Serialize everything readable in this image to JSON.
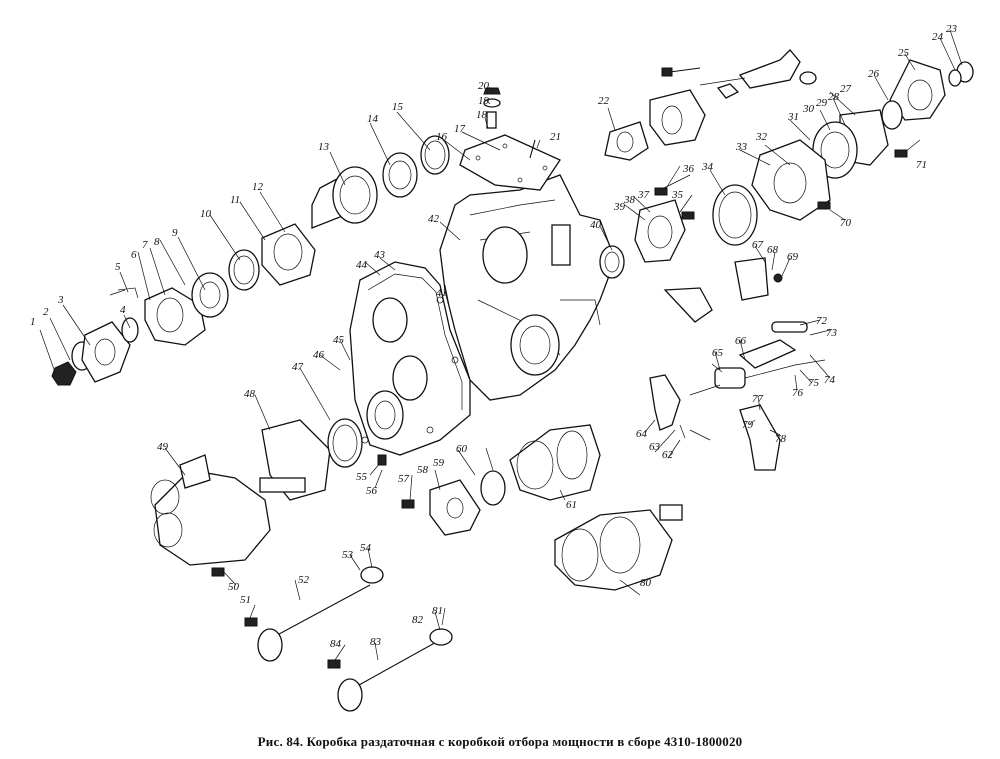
{
  "caption": "Рис. 84. Коробка раздаточная с коробкой отбора мощности в сборе 4310-1800020",
  "part_numbers": [
    "1",
    "2",
    "3",
    "4",
    "5",
    "6",
    "7",
    "8",
    "9",
    "10",
    "11",
    "12",
    "13",
    "14",
    "15",
    "16",
    "17",
    "18",
    "19",
    "20",
    "21",
    "22",
    "23",
    "24",
    "25",
    "26",
    "27",
    "28",
    "29",
    "30",
    "31",
    "32",
    "33",
    "34",
    "35",
    "36",
    "37",
    "38",
    "39",
    "40",
    "41",
    "42",
    "43",
    "44",
    "45",
    "46",
    "47",
    "48",
    "49",
    "50",
    "51",
    "52",
    "53",
    "54",
    "55",
    "56",
    "57",
    "58",
    "59",
    "60",
    "61",
    "62",
    "63",
    "64",
    "65",
    "66",
    "67",
    "68",
    "69",
    "70",
    "71",
    "72",
    "73",
    "74",
    "75",
    "76",
    "77",
    "78",
    "79",
    "80",
    "81",
    "82",
    "83",
    "84"
  ]
}
